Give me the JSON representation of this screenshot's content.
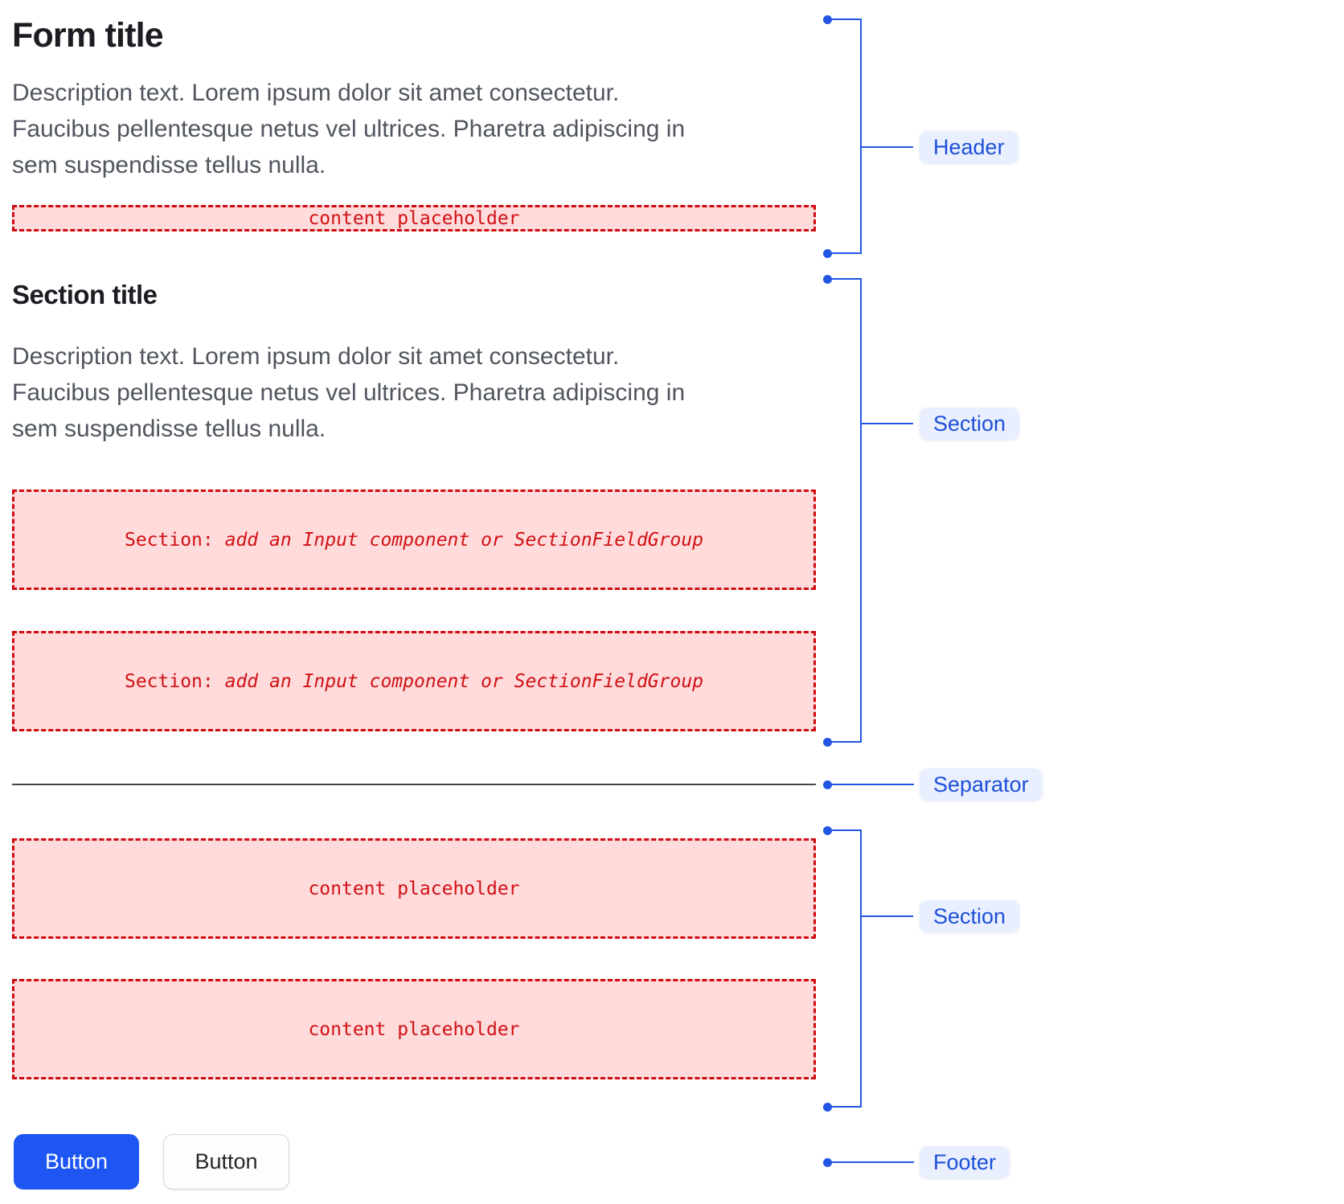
{
  "form": {
    "title": "Form title",
    "description_lines": [
      "Description text. Lorem ipsum dolor sit amet consectetur.",
      "Faucibus pellentesque netus vel ultrices. Pharetra adipiscing in",
      "sem suspendisse tellus nulla."
    ],
    "header_placeholder": "content placeholder",
    "section": {
      "title": "Section title",
      "field_boxes": [
        {
          "prefix": "Section: ",
          "label": "add an Input component or SectionFieldGroup"
        },
        {
          "prefix": "Section: ",
          "label": "add an Input component or SectionFieldGroup"
        }
      ]
    },
    "section2": {
      "placeholders": [
        "content placeholder",
        "content placeholder"
      ]
    },
    "footer": {
      "primary_button": "Button",
      "secondary_button": "Button"
    }
  },
  "annotations": {
    "header_label": "Header",
    "section1_label": "Section",
    "separator_label": "Separator",
    "section2_label": "Section",
    "footer_label": "Footer"
  },
  "colors": {
    "annotation_blue": "#2355e4",
    "label_bg": "#e9effe",
    "label_text": "#1d50d8",
    "placeholder_bg": "#ffdbdb",
    "placeholder_border": "#cf0a10",
    "placeholder_text": "#d01116",
    "primary_button_bg": "#1e56f4",
    "separator": "#45454b"
  }
}
